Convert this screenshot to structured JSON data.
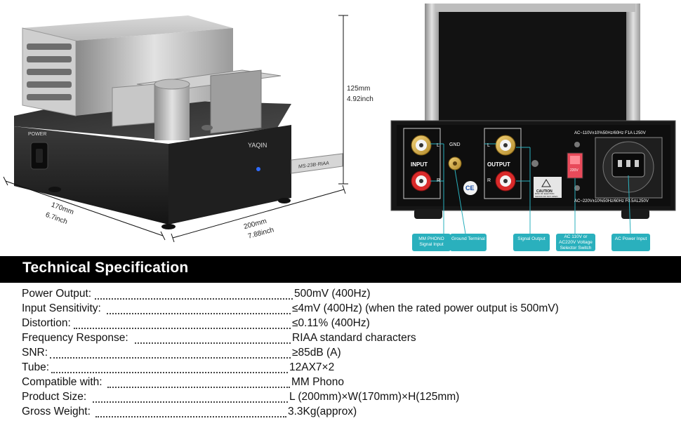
{
  "product": {
    "knob_label": "POWER",
    "logo_text": "YAQIN",
    "model_badge": "MS-23B·RIAA"
  },
  "dimensions": {
    "height_mm": "125mm",
    "height_in": "4.92inch",
    "depth_mm": "170mm",
    "depth_in": "6.7inch",
    "width_mm": "200mm",
    "width_in": "7.88inch"
  },
  "rear_panel": {
    "input_label": "INPUT",
    "output_label": "OUTPUT",
    "gnd_label": "GND",
    "left_marker": "L",
    "right_marker": "R",
    "ce_mark": "CE",
    "ac_110_rating": "AC~110V±10%50Hz/60Hz F1A L250V",
    "ac_220_rating": "AC~220V±10%50Hz/60Hz F0.5AL250V",
    "caution_label": "CAUTION",
    "caution_text": "RISK OF ELECTRIC SHOCK DO NOT OPEN",
    "switch_label": "220V"
  },
  "callouts": [
    "MM PHONO Signal Input",
    "Ground Terminal",
    "Signal Output",
    "AC 110V or AC220V Voltage Selector Switch",
    "AC Power Input"
  ],
  "section_title": "Technical Specification",
  "specs": [
    {
      "label": "Power Output:",
      "value": "500mV (400Hz)"
    },
    {
      "label": "Input Sensitivity:",
      "value": "≤4mV (400Hz) (when the rated power output is 500mV)"
    },
    {
      "label": "Distortion:",
      "value": "≤0.11% (400Hz)"
    },
    {
      "label": "Frequency Response:",
      "value": "RIAA standard characters"
    },
    {
      "label": "SNR:",
      "value": "≥85dB (A)"
    },
    {
      "label": "Tube:",
      "value": "12AX7×2"
    },
    {
      "label": "Compatible with:",
      "value": "MM Phono"
    },
    {
      "label": "Product Size:",
      "value": "L (200mm)×W(170mm)×H(125mm)"
    },
    {
      "label": "Gross Weight:",
      "value": "3.3Kg(approx)"
    }
  ]
}
